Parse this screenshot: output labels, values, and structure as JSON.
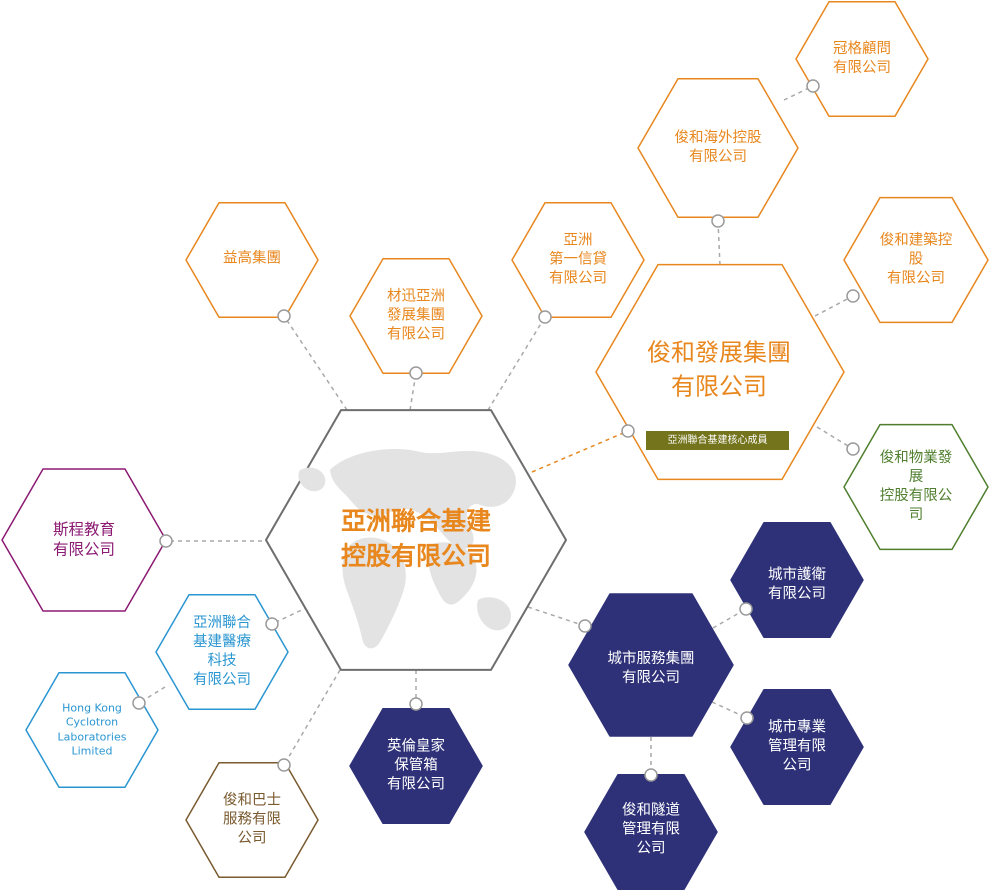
{
  "colors": {
    "orange": "#e8871e",
    "purple": "#8b1a73",
    "blue": "#2a96d1",
    "green": "#4f7f2e",
    "brown": "#7a5a2f",
    "navy": "#2e3178",
    "grey": "#6e6e6e",
    "olive": "#74741c"
  },
  "center": {
    "name": "亞洲聯合基建\n控股有限公司"
  },
  "companies": {
    "yi_gao": "益高集團",
    "cai_xun": "材迅亞洲\n發展集團\n有限公司",
    "asia_first_credit": "亞洲\n第一信貸\n有限公司",
    "junhe_overseas": "俊和海外控股\n有限公司",
    "guan_ge": "冠格顧問\n有限公司",
    "junhe_development": "俊和發展集團\n有限公司",
    "junhe_construction": "俊和建築控股\n有限公司",
    "junhe_property": "俊和物業發展\n控股有限公司",
    "sicheng_education": "斯程教育\n有限公司",
    "medical_tech": "亞洲聯合\n基建醫療\n科技\n有限公司",
    "hk_cyclotron": "Hong Kong\nCyclotron\nLaboratories\nLimited",
    "junhe_bus": "俊和巴士\n服務有限\n公司",
    "royal_storage": "英倫皇家\n保管箱\n有限公司",
    "city_services": "城市服務集團\n有限公司",
    "city_guard": "城市護衛\n有限公司",
    "city_professional": "城市專業\n管理有限\n公司",
    "junhe_tunnel": "俊和隧道\n管理有限\n公司"
  },
  "badge": "亞洲聯合基建核心成員"
}
